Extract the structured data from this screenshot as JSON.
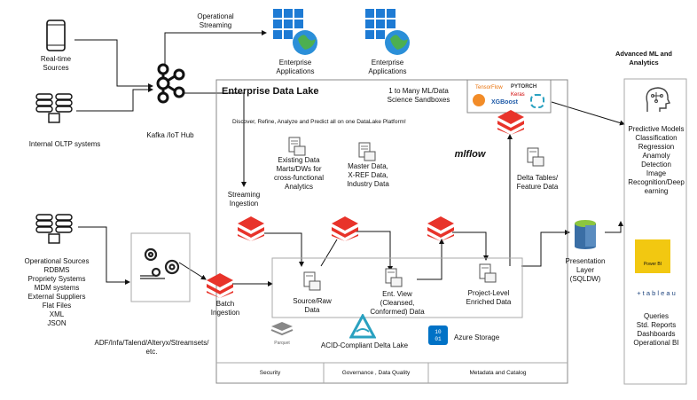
{
  "labels": {
    "realtime_sources": "Real-time\nSources",
    "oltp": "Internal OLTP systems",
    "kafka": "Kafka /IoT Hub",
    "operational_streaming": "Operational\nStreaming",
    "enterprise_app_1": "Enterprise\nApplications",
    "enterprise_app_2": "Enterprise\nApplications",
    "sandboxes": "1 to Many ML/Data\nScience Sandboxes",
    "lake_title": "Enterprise Data Lake",
    "lake_subtitle": "Discover, Refine, Analyze and Predict  all on one DataLake Platform!",
    "marts": "Existing Data\nMarts/DWs  for\ncross-functional\nAnalytics",
    "master_data": "Master Data,\nX-REF Data,\nIndustry Data",
    "mlflow": "mlflow",
    "delta_tables": "Delta Tables/\nFeature Data",
    "streaming_ingestion": "Streaming\nIngestion",
    "operational_sources": "Operational Sources\nRDBMS\nPropriety Systems\nMDM systems\nExternal Suppliers\nFlat Files\nXML\nJSON",
    "etl_tools": "ADF/Infa/Talend/Alteryx/Streamsets/\netc.",
    "batch_ingestion": "Batch\nIngestion",
    "source_raw": "Source/Raw\nData",
    "ent_view": "Ent. View\n(Cleansed,\nConformed) Data",
    "project_level": "Project-Level\nEnriched Data",
    "presentation_layer": "Presentation\nLayer\n(SQLDW)",
    "parquet": "Parquet",
    "delta_lake": "ACID-Compliant Delta Lake",
    "azure_storage": "Azure Storage",
    "security": "Security",
    "governance": "Governance , Data Quality",
    "metadata": "Metadata and Catalog",
    "advanced_ml": "Advanced ML and\nAnalytics",
    "predictive_models": "Predictive Models\nClassification\nRegression\nAnamoly\nDetection\nImage\nRecognition/Deep\nearning",
    "power_bi": "Power BI",
    "tableau": "+ t a b l e a u",
    "reports": "Queries\nStd. Reports\nDashboards\nOperational BI",
    "ml_logos": {
      "tensorflow": "TensorFlow",
      "pytorch": "PYTORCH",
      "keras": "Keras",
      "xgboost": "XGBoost"
    }
  },
  "icons": {
    "phone": "mobile-phone-icon",
    "database": "database-stack-icon",
    "kafka": "kafka-hub-icon",
    "windows_globe": "windows-globe-icon",
    "databricks": "databricks-layers-icon",
    "document": "document-icon",
    "gears": "gears-icon",
    "sql_cylinder": "sql-dw-cylinder-icon",
    "head": "ml-head-icon",
    "powerbi": "power-bi-icon"
  },
  "colors": {
    "databricks_red": "#e8332a",
    "windows_blue": "#1e7bd4",
    "globe_green": "#4caf50",
    "powerbi_yellow": "#f2c811",
    "azure_blue": "#0072c6",
    "delta_teal": "#2aa1c0"
  }
}
